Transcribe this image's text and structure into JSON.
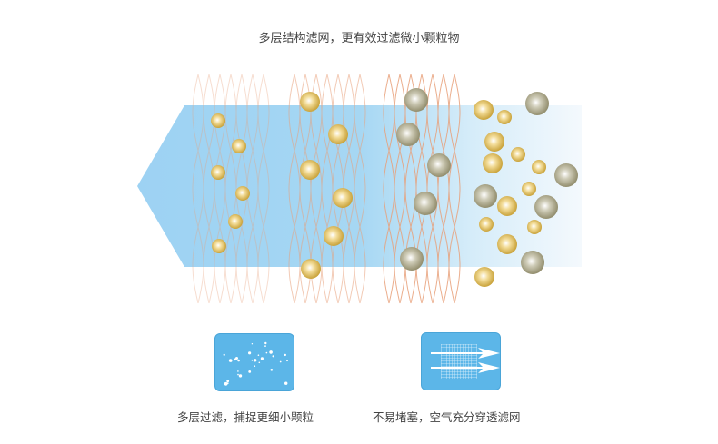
{
  "title": "多层结构滤网，更有效过滤微小颗粒物",
  "features": [
    {
      "icon": "particles-icon",
      "caption": "多层过滤，捕捉更细小颗粒"
    },
    {
      "icon": "mesh-airflow-icon",
      "caption": "不易堵塞，空气充分穿透滤网"
    }
  ],
  "colors": {
    "airflow": "#9fd3f2",
    "filter_lines": "#e8a07a",
    "gold_particle": "#c9a43a",
    "gray_particle": "#8f8a6a",
    "card": "#5cb6e8"
  }
}
